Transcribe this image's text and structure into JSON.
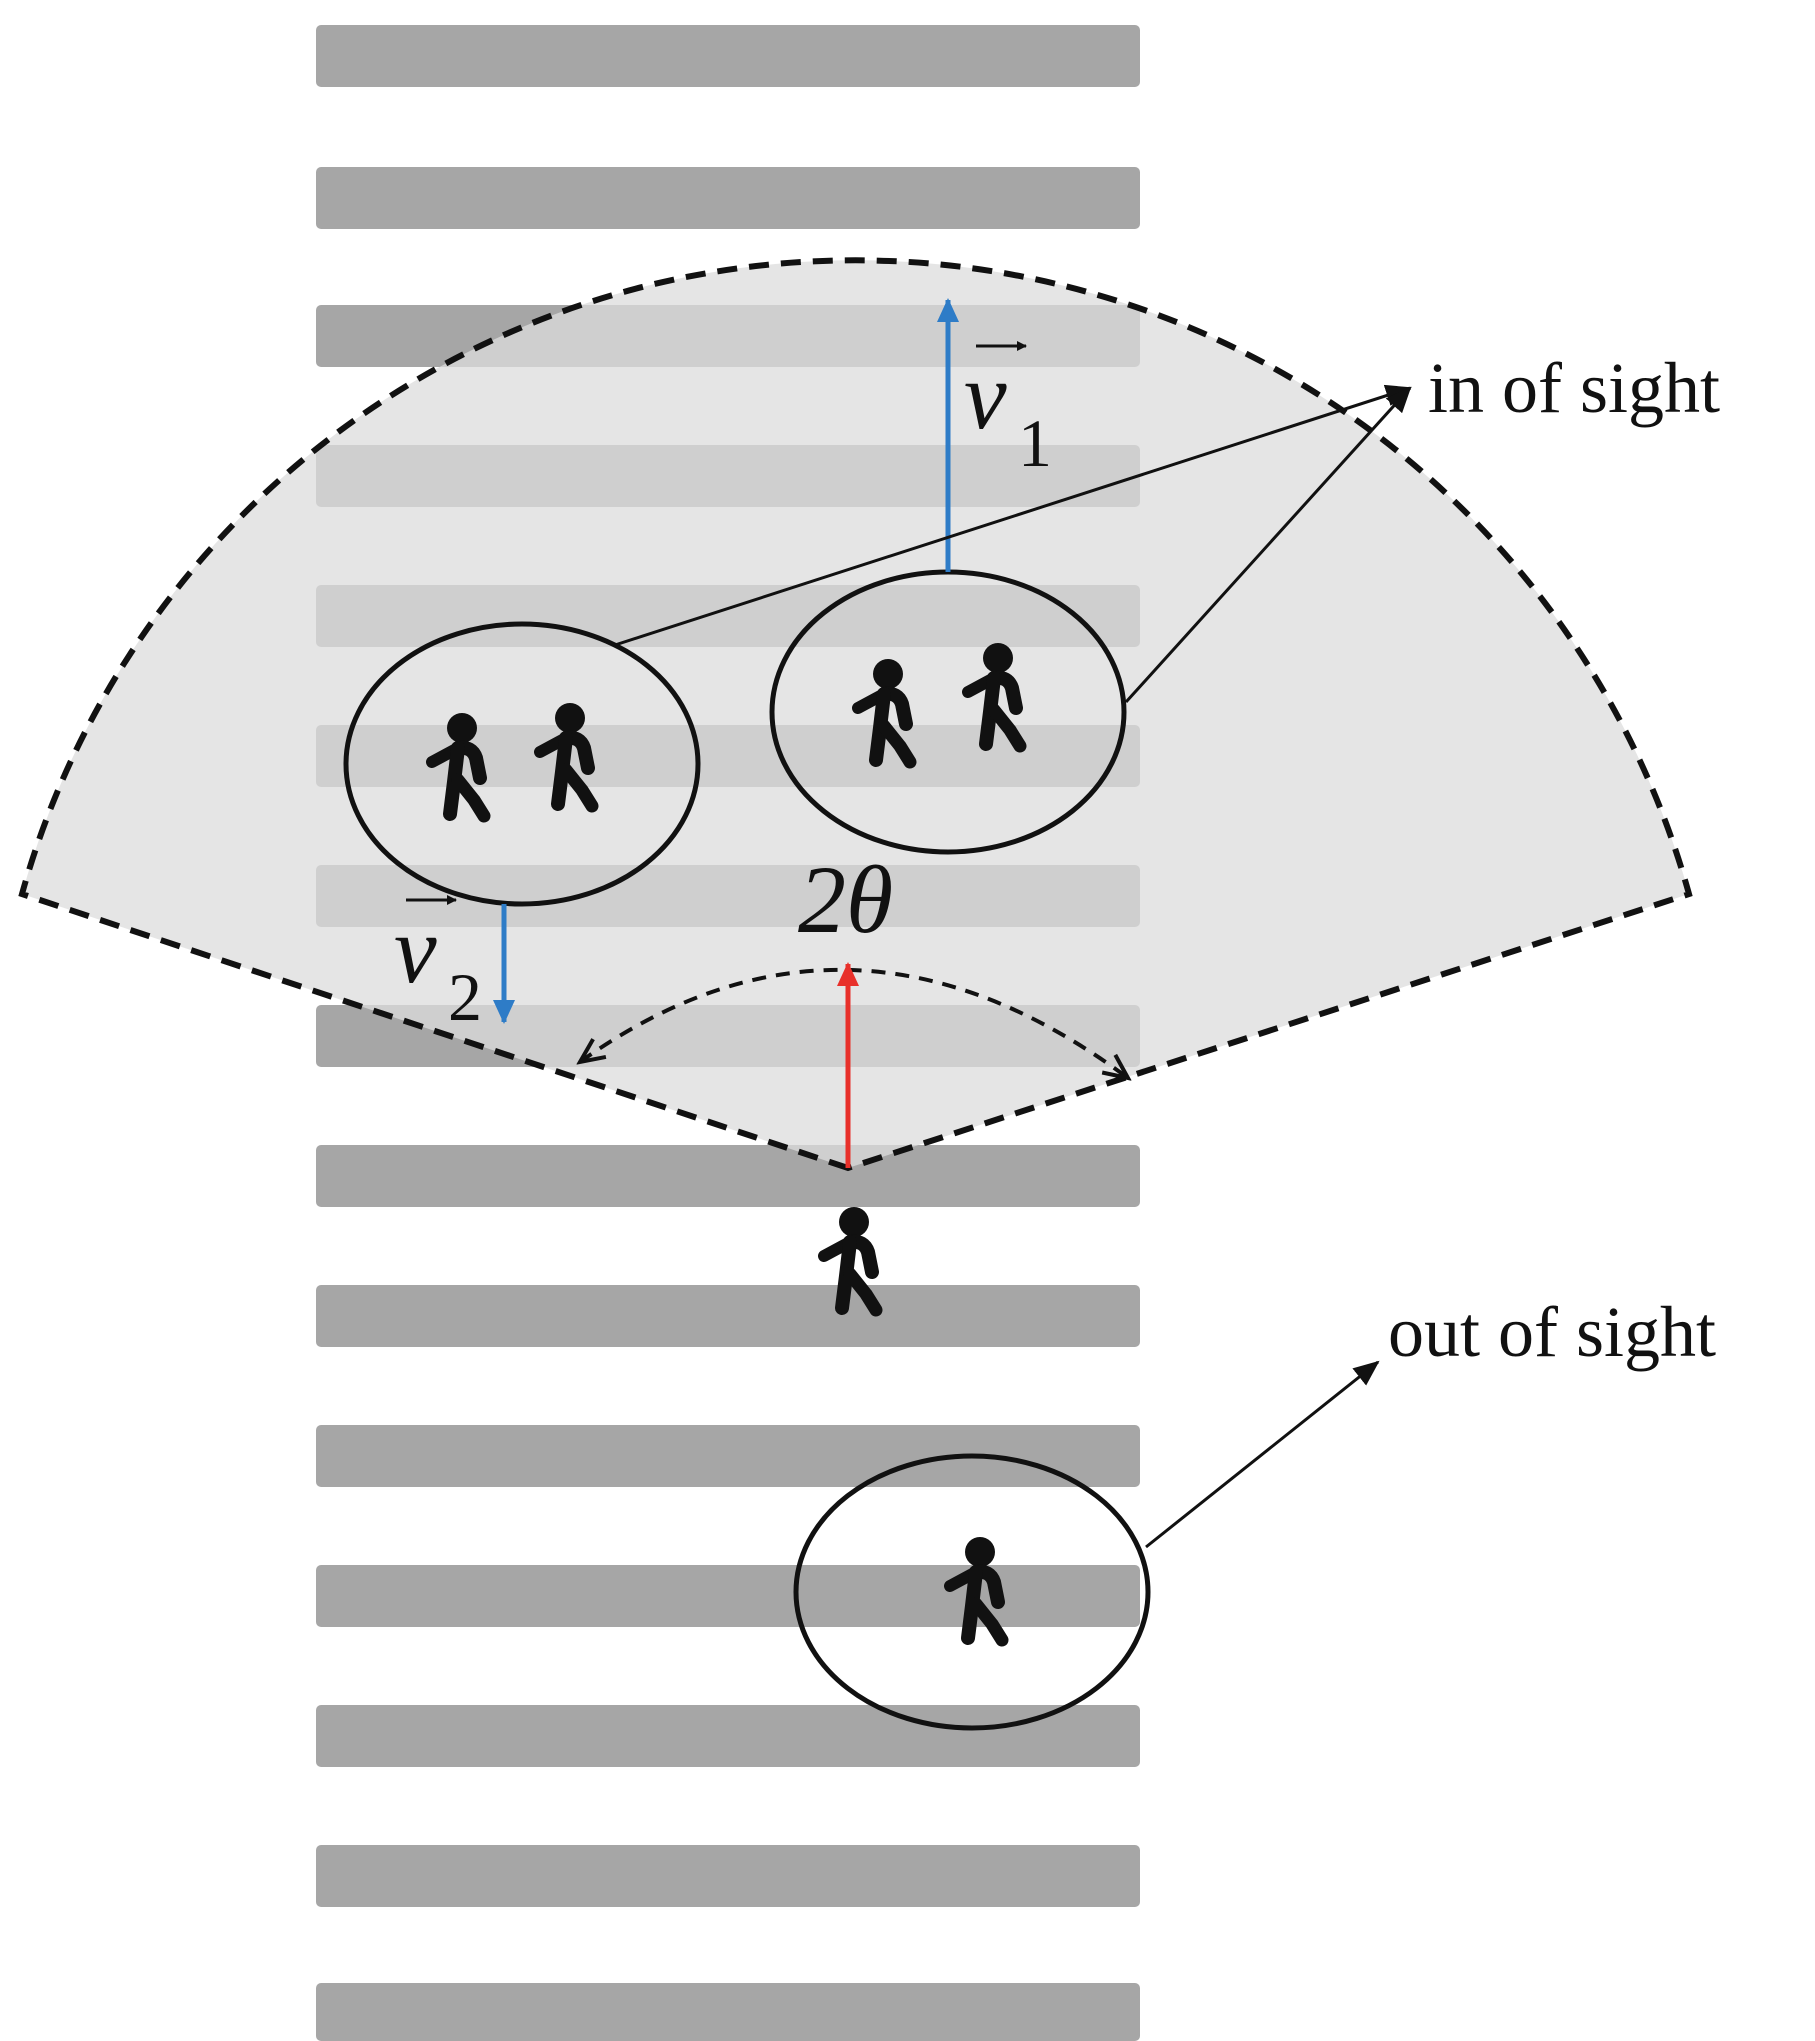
{
  "labels": {
    "in_of_sight": "in of sight",
    "out_of_sight": "out of sight",
    "v1_symbol": "v",
    "v1_subscript": "1",
    "v2_symbol": "v",
    "v2_subscript": "2",
    "angle": "2θ"
  },
  "colors": {
    "crosswalk_stripe": "#a6a6a6",
    "sight_region": "#e6e6e6",
    "velocity_arrow": "#2e7cc7",
    "heading_arrow": "#e8302a",
    "outline": "#111111"
  },
  "icons": [
    "pedestrian-icon",
    "arrow-icon",
    "vector-arrow-icon"
  ]
}
